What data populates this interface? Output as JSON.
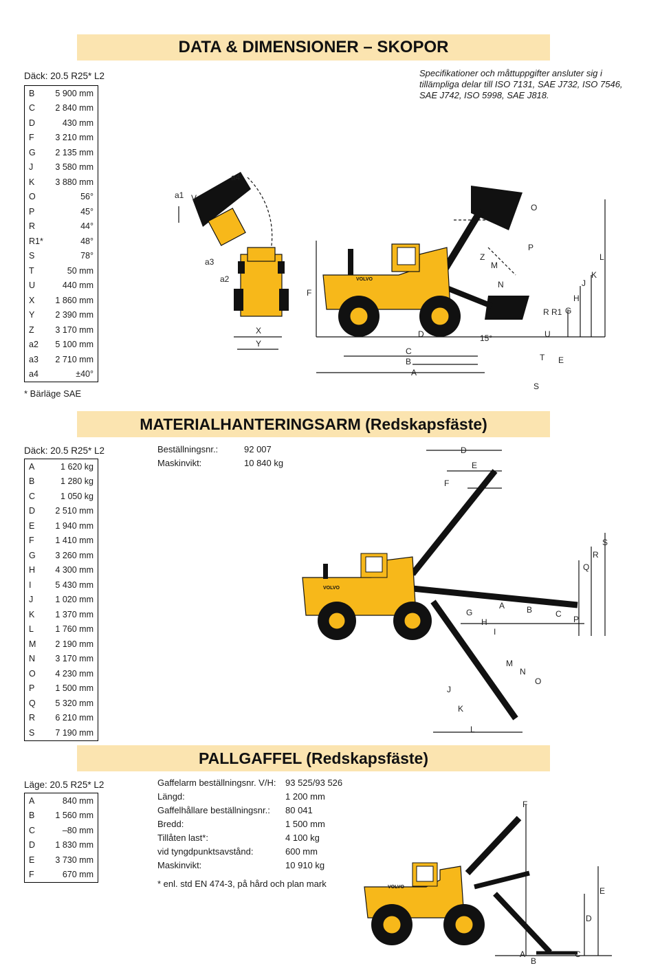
{
  "titles": {
    "section1": "DATA & DIMENSIONER – SKOPOR",
    "section2": "MATERIALHANTERINGSARM (Redskapsfäste)",
    "section3": "PALLGAFFEL (Redskapsfäste)"
  },
  "spec_note": "Specifikationer och måttuppgifter ansluter sig i tillämpliga delar till ISO 7131, SAE J732, ISO 7546, SAE J742, ISO 5998, SAE J818.",
  "buckets": {
    "heading": "Däck: 20.5 R25* L2",
    "rows": [
      {
        "k": "B",
        "v": "5 900 mm"
      },
      {
        "k": "C",
        "v": "2 840 mm"
      },
      {
        "k": "D",
        "v": "430 mm"
      },
      {
        "k": "F",
        "v": "3 210 mm"
      },
      {
        "k": "G",
        "v": "2 135 mm"
      },
      {
        "k": "J",
        "v": "3 580 mm"
      },
      {
        "k": "K",
        "v": "3 880 mm"
      },
      {
        "k": "O",
        "v": "56°"
      },
      {
        "k": "P",
        "v": "45°"
      },
      {
        "k": "R",
        "v": "44°"
      },
      {
        "k": "R1*",
        "v": "48°"
      },
      {
        "k": "S",
        "v": "78°"
      },
      {
        "k": "T",
        "v": "50 mm"
      },
      {
        "k": "U",
        "v": "440 mm"
      },
      {
        "k": "X",
        "v": "1 860 mm"
      },
      {
        "k": "Y",
        "v": "2 390 mm"
      },
      {
        "k": "Z",
        "v": "3 170 mm"
      },
      {
        "k": "a2",
        "v": "5 100 mm"
      },
      {
        "k": "a3",
        "v": "2 710 mm"
      },
      {
        "k": "a4",
        "v": "±40°"
      }
    ],
    "footnote": "* Bärläge SAE"
  },
  "arm": {
    "heading": "Däck: 20.5 R25* L2",
    "rows": [
      {
        "k": "A",
        "v": "1 620 kg"
      },
      {
        "k": "B",
        "v": "1 280 kg"
      },
      {
        "k": "C",
        "v": "1 050 kg"
      },
      {
        "k": "D",
        "v": "2 510 mm"
      },
      {
        "k": "E",
        "v": "1 940 mm"
      },
      {
        "k": "F",
        "v": "1 410 mm"
      },
      {
        "k": "G",
        "v": "3 260 mm"
      },
      {
        "k": "H",
        "v": "4 300 mm"
      },
      {
        "k": "I",
        "v": "5 430 mm"
      },
      {
        "k": "J",
        "v": "1 020 mm"
      },
      {
        "k": "K",
        "v": "1 370 mm"
      },
      {
        "k": "L",
        "v": "1 760 mm"
      },
      {
        "k": "M",
        "v": "2 190 mm"
      },
      {
        "k": "N",
        "v": "3 170 mm"
      },
      {
        "k": "O",
        "v": "4 230 mm"
      },
      {
        "k": "P",
        "v": "1 500 mm"
      },
      {
        "k": "Q",
        "v": "5 320 mm"
      },
      {
        "k": "R",
        "v": "6 210 mm"
      },
      {
        "k": "S",
        "v": "7 190 mm"
      }
    ],
    "order_label": "Beställningsnr.:",
    "order_value": "92 007",
    "weight_label": "Maskinvikt:",
    "weight_value": "10 840 kg"
  },
  "fork": {
    "heading": "Läge: 20.5 R25* L2",
    "rows": [
      {
        "k": "A",
        "v": "840 mm"
      },
      {
        "k": "B",
        "v": "1 560 mm"
      },
      {
        "k": "C",
        "v": "–80 mm"
      },
      {
        "k": "D",
        "v": "1 830 mm"
      },
      {
        "k": "E",
        "v": "3 730 mm"
      },
      {
        "k": "F",
        "v": "670 mm"
      }
    ],
    "info": [
      {
        "label": "Gaffelarm beställningsnr. V/H:",
        "value": "93 525/93 526"
      },
      {
        "label": "Längd:",
        "value": "1 200 mm"
      },
      {
        "label": "Gaffelhållare beställningsnr.:",
        "value": "80 041"
      },
      {
        "label": "Bredd:",
        "value": "1 500 mm"
      },
      {
        "label": "Tillåten last*:",
        "value": "4 100 kg"
      },
      {
        "label": "vid tyngdpunktsavstånd:",
        "value": "600 mm"
      },
      {
        "label": "Maskinvikt:",
        "value": "10 910 kg"
      }
    ],
    "footnote": "* enl. std EN 474-3, på hård och plan mark"
  },
  "diagram_labels": {
    "top_view": [
      "a1",
      "V",
      "a4",
      "a3",
      "a2",
      "X",
      "Y"
    ],
    "side1": [
      "F",
      "D",
      "C",
      "B",
      "A",
      "15°",
      "Z",
      "M",
      "N",
      "O",
      "P",
      "R",
      "R1",
      "G",
      "U",
      "T",
      "E",
      "S",
      "J",
      "K",
      "L",
      "H"
    ],
    "side2": [
      "D",
      "E",
      "F",
      "G",
      "H",
      "I",
      "A",
      "B",
      "C",
      "P",
      "Q",
      "R",
      "S",
      "M",
      "N",
      "O",
      "J",
      "K",
      "L"
    ],
    "side3": [
      "F",
      "E",
      "D",
      "A",
      "B",
      "C"
    ],
    "brand": "VOLVO"
  },
  "colors": {
    "banner": "#fbe4b0",
    "machine": "#f7b81a",
    "outline": "#111111"
  }
}
